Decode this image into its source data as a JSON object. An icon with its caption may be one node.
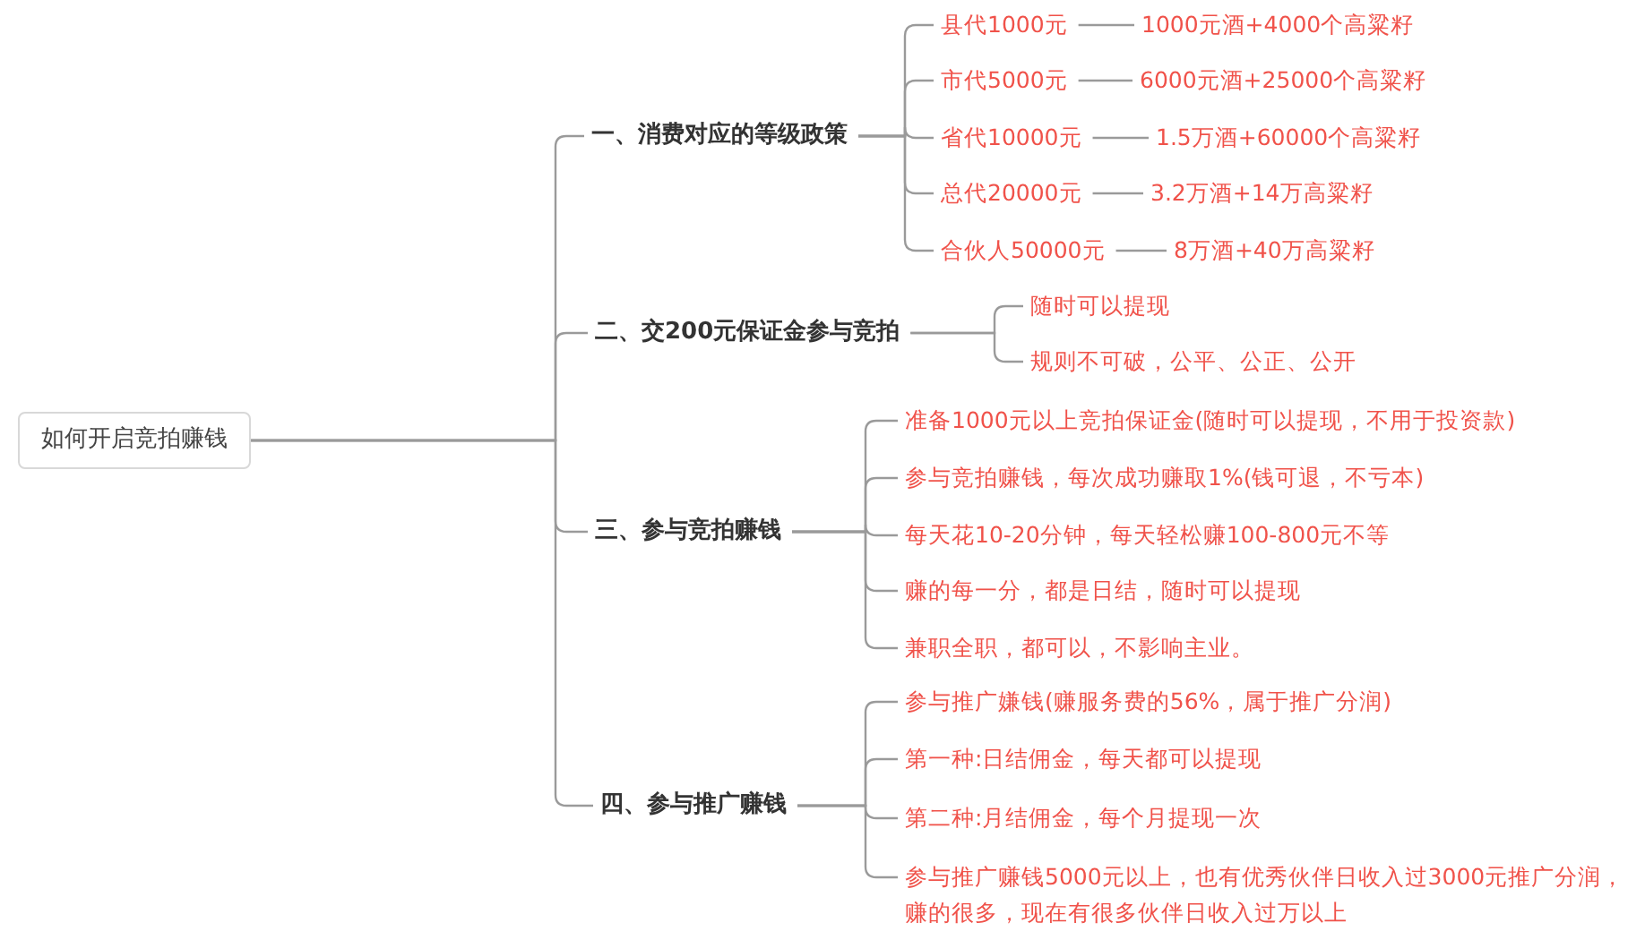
{
  "diagram": {
    "nodes": [
      {
        "text": [
          "如何开启竞拍赚钱"
        ]
      },
      {
        "text": [
          "一、消费对应的等级政策"
        ]
      },
      {
        "text": [
          "县代1000元"
        ]
      },
      {
        "text": [
          "市代5000元"
        ]
      },
      {
        "text": [
          "省代10000元"
        ]
      },
      {
        "text": [
          "总代20000元"
        ]
      },
      {
        "text": [
          "合伙人50000元"
        ]
      },
      {
        "text": [
          "1000元酒+4000个高粱籽"
        ]
      },
      {
        "text": [
          "6000元酒+25000个高粱籽"
        ]
      },
      {
        "text": [
          "1.5万酒+60000个高粱籽"
        ]
      },
      {
        "text": [
          "3.2万酒+14万高粱籽"
        ]
      },
      {
        "text": [
          "8万酒+40万高粱籽"
        ]
      },
      {
        "text": [
          "二、交200元保证金参与竞拍"
        ]
      },
      {
        "text": [
          "随时可以提现"
        ]
      },
      {
        "text": [
          "规则不可破，公平、公正、公开"
        ]
      },
      {
        "text": [
          "三、参与竞拍赚钱"
        ]
      },
      {
        "text": [
          "准备1000元以上竞拍保证金(随时可以提现，不用于投资款)"
        ]
      },
      {
        "text": [
          "参与竞拍赚钱，每次成功赚取1%(钱可退，不亏本)"
        ]
      },
      {
        "text": [
          "每天花10-20分钟，每天轻松赚100-800元不等"
        ]
      },
      {
        "text": [
          "赚的每一分，都是日结，随时可以提现"
        ]
      },
      {
        "text": [
          "兼职全职，都可以，不影响主业。"
        ]
      },
      {
        "text": [
          "四、参与推广赚钱"
        ]
      },
      {
        "text": [
          "参与推广嫌钱(赚服务费的56%，属于推广分润)"
        ]
      },
      {
        "text": [
          "第一种:日结佣金，每天都可以提现"
        ]
      },
      {
        "text": [
          "第二种:月结佣金，每个月提现一次"
        ]
      },
      {
        "text": [
          "参与推广赚钱5000元以上，也有优秀伙伴日收入过3000元推广分润，赚的很多，现在有很多伙伴日收入过万以上"
        ]
      }
    ],
    "edges": [
      {
        "from": 0,
        "to": 1,
        "arrow": "none"
      },
      {
        "from": 0,
        "to": 12,
        "arrow": "none"
      },
      {
        "from": 0,
        "to": 15,
        "arrow": "none"
      },
      {
        "from": 0,
        "to": 21,
        "arrow": "none"
      },
      {
        "from": 1,
        "to": 2,
        "arrow": "none"
      },
      {
        "from": 1,
        "to": 3,
        "arrow": "none"
      },
      {
        "from": 1,
        "to": 4,
        "arrow": "none"
      },
      {
        "from": 1,
        "to": 5,
        "arrow": "none"
      },
      {
        "from": 1,
        "to": 6,
        "arrow": "none"
      },
      {
        "from": 2,
        "to": 7,
        "arrow": "none"
      },
      {
        "from": 3,
        "to": 8,
        "arrow": "none"
      },
      {
        "from": 4,
        "to": 9,
        "arrow": "none"
      },
      {
        "from": 5,
        "to": 10,
        "arrow": "none"
      },
      {
        "from": 6,
        "to": 11,
        "arrow": "none"
      },
      {
        "from": 12,
        "to": 13,
        "arrow": "none"
      },
      {
        "from": 12,
        "to": 14,
        "arrow": "none"
      },
      {
        "from": 15,
        "to": 16,
        "arrow": "none"
      },
      {
        "from": 15,
        "to": 17,
        "arrow": "none"
      },
      {
        "from": 15,
        "to": 18,
        "arrow": "none"
      },
      {
        "from": 15,
        "to": 19,
        "arrow": "none"
      },
      {
        "from": 15,
        "to": 20,
        "arrow": "none"
      },
      {
        "from": 21,
        "to": 22,
        "arrow": "none"
      },
      {
        "from": 21,
        "to": 23,
        "arrow": "none"
      },
      {
        "from": 21,
        "to": 24,
        "arrow": "none"
      },
      {
        "from": 21,
        "to": 25,
        "arrow": "none"
      }
    ]
  }
}
